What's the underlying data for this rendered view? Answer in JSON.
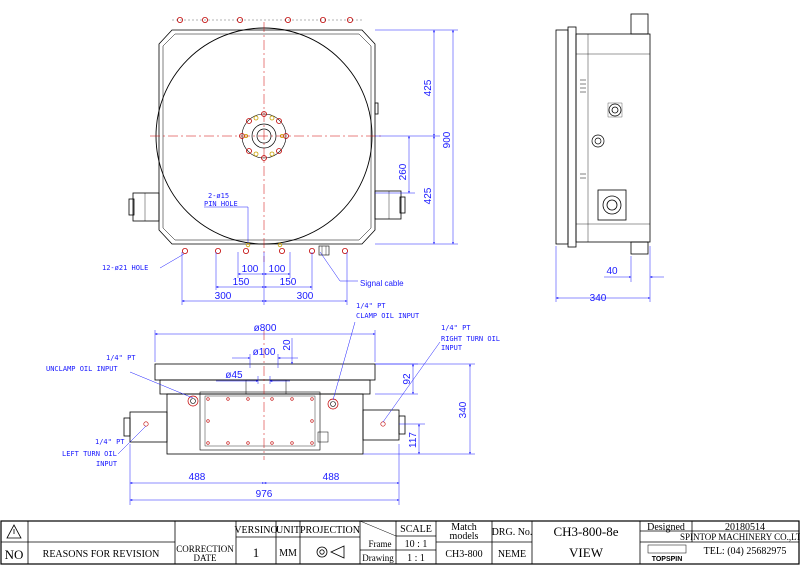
{
  "top_view": {
    "dims": {
      "d425_upper": "425",
      "d425_lower": "425",
      "d900": "900",
      "d260": "260",
      "d100_left": "100",
      "d100_right": "100",
      "d150_left": "150",
      "d150_right": "150",
      "d300_left": "300",
      "d300_right": "300"
    },
    "labels": {
      "pin_hole_count": "2-ø15",
      "pin_hole": "PIN HOLE",
      "bolt_hole": "12-ø21 HOLE",
      "signal_cable": "Signal cable"
    }
  },
  "side_view": {
    "dims": {
      "d40": "40",
      "d340": "340"
    }
  },
  "front_view": {
    "dims": {
      "d800": "ø800",
      "d100": "ø100",
      "d20": "20",
      "d45": "ø45",
      "d92": "92",
      "d340": "340",
      "d117": "117",
      "d488_left": "488",
      "d488_right": "488",
      "d976": "976"
    },
    "labels": {
      "clamp_pt": "1/4\" PT",
      "clamp": "CLAMP OIL INPUT",
      "unclamp_pt": "1/4\" PT",
      "unclamp": "UNCLAMP OIL INPUT",
      "right_pt": "1/4\" PT",
      "right_1": "RIGHT TURN OIL",
      "right_2": "INPUT",
      "left_pt": "1/4\" PT",
      "left_1": "LEFT TURN OIL",
      "left_2": "INPUT"
    }
  },
  "title_block": {
    "no_header": "NO",
    "reasons": "REASONS FOR REVISION",
    "correction_1": "CORRECTION",
    "correction_2": "DATE",
    "version_label": "VERSINO",
    "version_value": "1",
    "unit_label": "UNIT",
    "unit_value": "MM",
    "projection_label": "PROJECTION",
    "frame_label": "Frame",
    "drawing_label": "Drawing",
    "scale_label": "SCALE",
    "scale_frame": "10 : 1",
    "scale_drawing": "1 : 1",
    "match_1": "Match",
    "match_2": "models",
    "match_value": "CH3-800",
    "drg_label": "DRG. No.",
    "drg_value": "CH3-800-8e",
    "name_label": "NEME",
    "name_value": "VIEW",
    "designed_label": "Designed",
    "date": "20180514",
    "company": "SPINTOP MACHINERY CO.,LTD.",
    "tel": "TEL: (04) 25682975",
    "logo_text": "TOPSPIN"
  }
}
